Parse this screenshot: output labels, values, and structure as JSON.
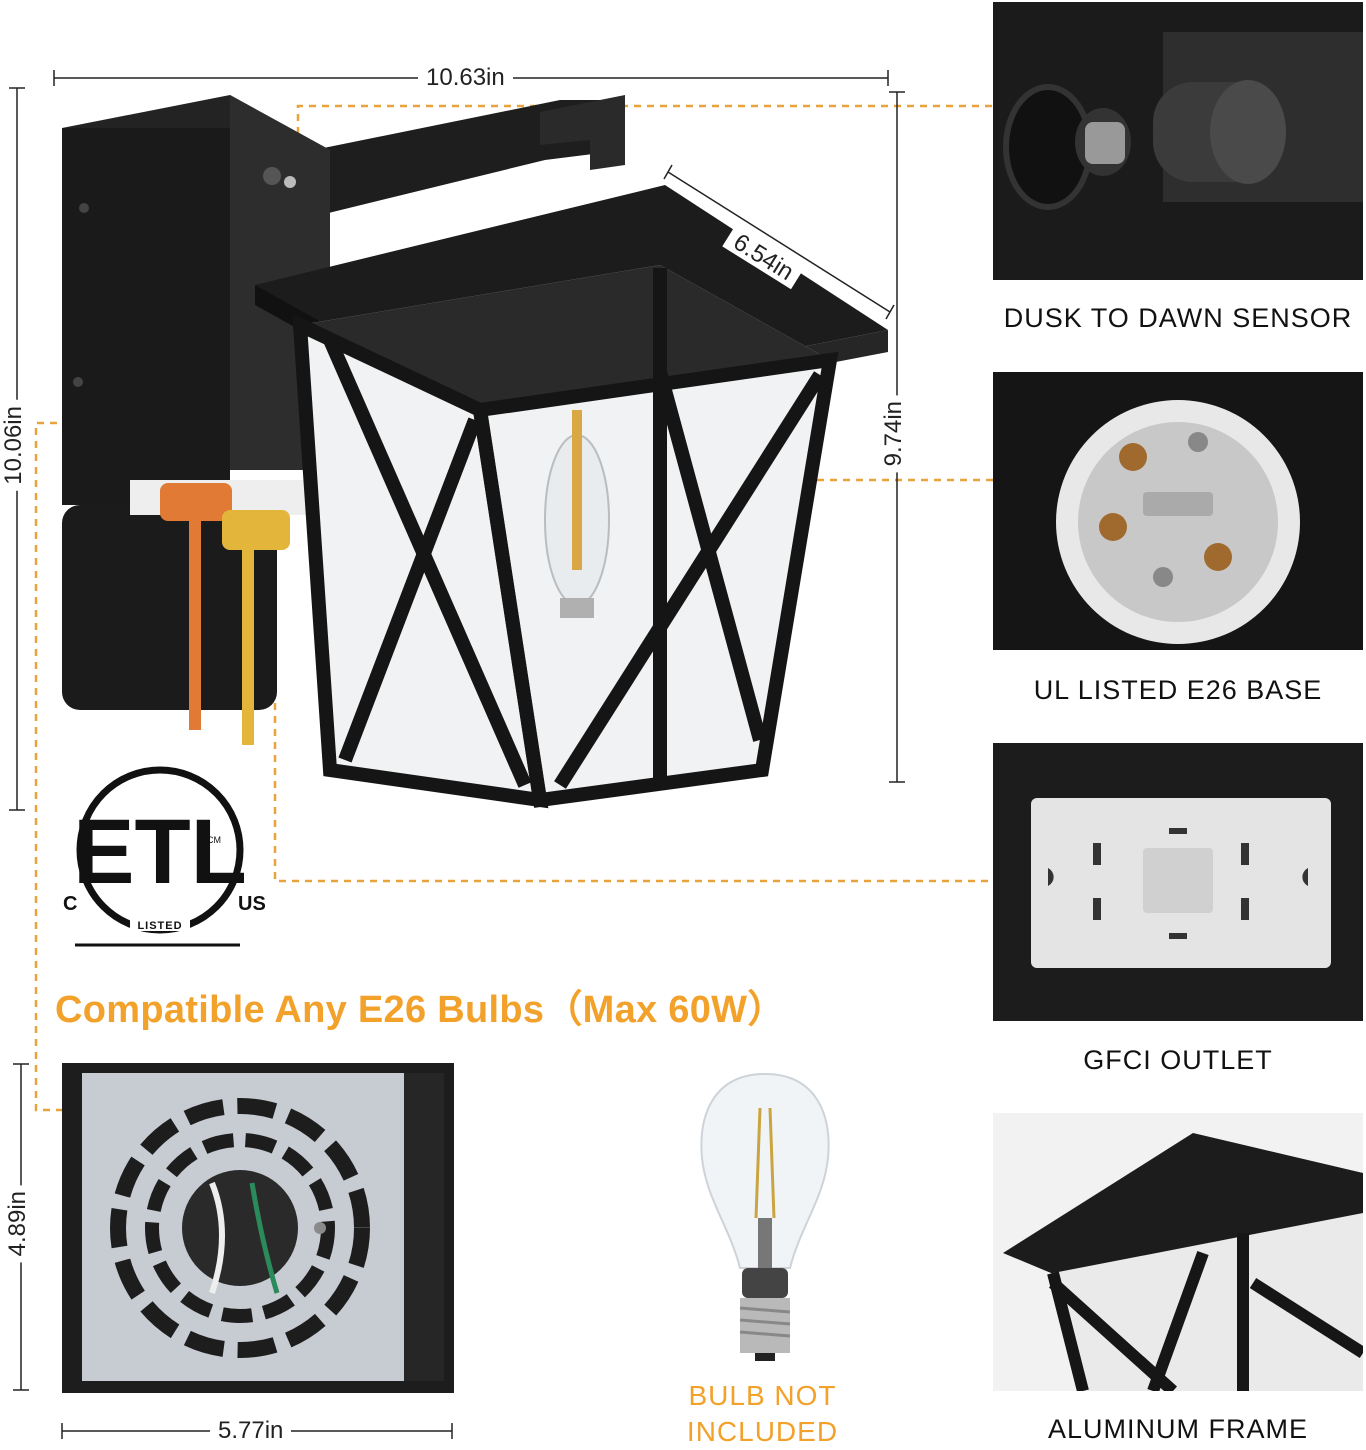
{
  "dimensions": {
    "overall_width": "10.63in",
    "overall_height": "10.06in",
    "lantern_depth": "6.54in",
    "lantern_height": "9.74in",
    "base_height": "4.89in",
    "base_width": "5.77in"
  },
  "features": [
    {
      "label": "DUSK TO DAWN SENSOR",
      "icon": "sensor-icon"
    },
    {
      "label": "UL LISTED E26 BASE",
      "icon": "socket-icon"
    },
    {
      "label": "GFCI OUTLET",
      "icon": "outlet-icon"
    },
    {
      "label": "ALUMINUM FRAME",
      "icon": "frame-icon"
    }
  ],
  "tagline": "Compatible Any E26 Bulbs（Max 60W）",
  "certification": {
    "left": "C",
    "right": "US",
    "inner": "LISTED",
    "mark": "ETL",
    "sup": "CM"
  },
  "bulb_note": {
    "line1": "BULB NOT",
    "line2": "INCLUDED"
  },
  "colors": {
    "accent": "#f2a12b",
    "fixture": "#1c1c1c",
    "leader": "#e8a33a"
  }
}
